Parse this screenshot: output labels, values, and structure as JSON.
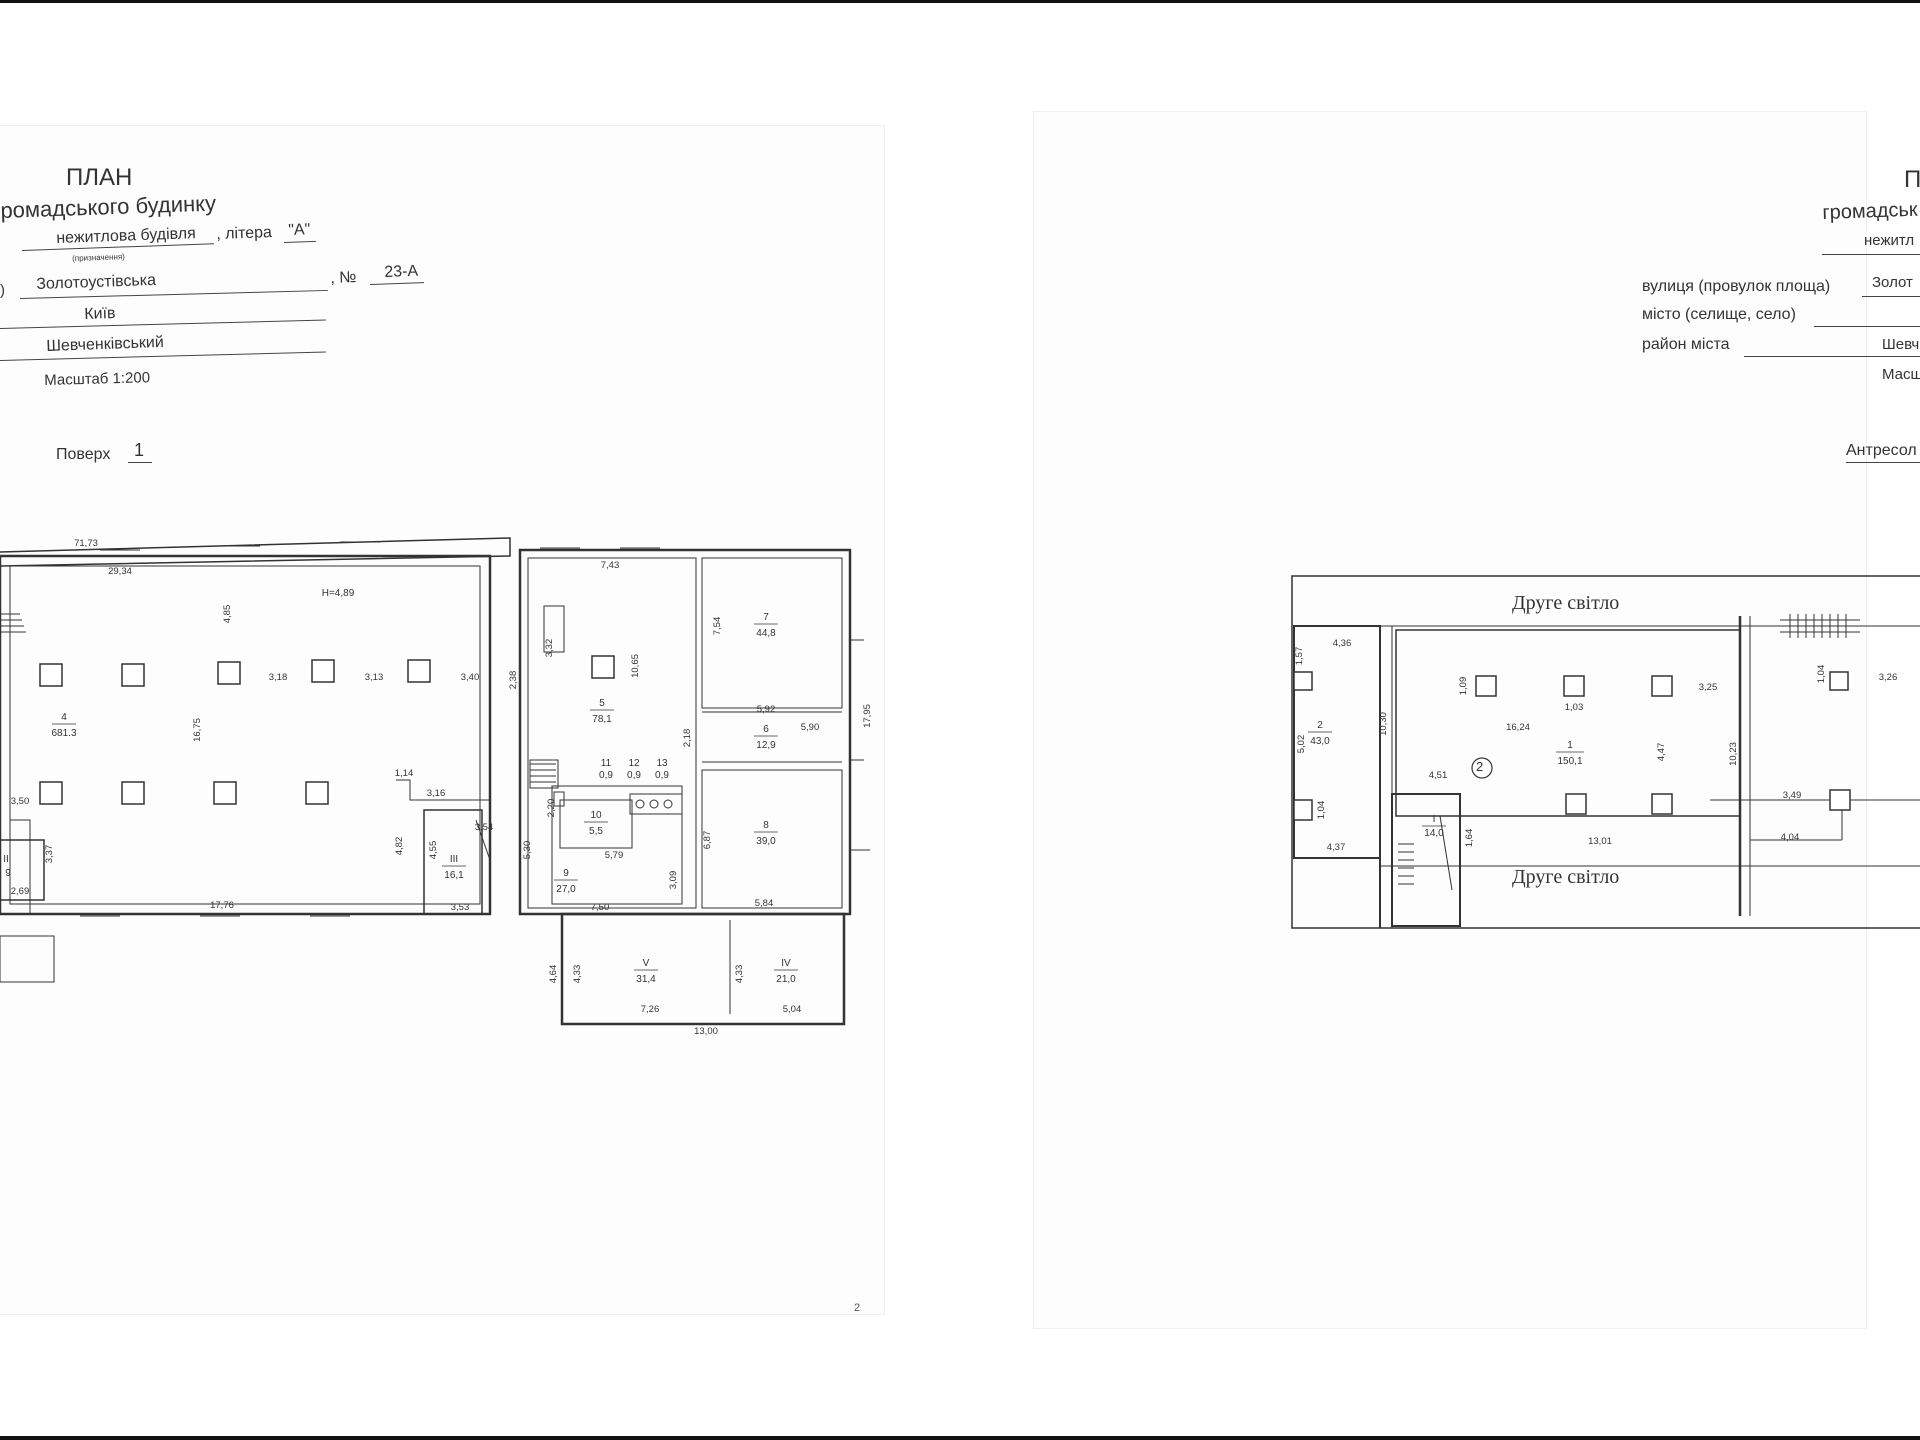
{
  "left_sheet": {
    "title": "ПЛАН",
    "subtitle": "ромадського будинку",
    "purpose_value": "нежитлова будівля",
    "purpose_caption": "(призначення)",
    "litera_label": ", літера",
    "litera_value": "\"А\"",
    "street_prefix": ")",
    "street_value": "Золотоустівська",
    "number_label": ", №",
    "number_value": "23-А",
    "city_value": "Київ",
    "district_value": "Шевченківський",
    "scale": "Масштаб 1:200",
    "floor_label": "Поверх",
    "floor_value": "1",
    "page_number": "2"
  },
  "right_sheet": {
    "title": "П",
    "subtitle": "громадськ",
    "purpose_value": "нежитл",
    "street_label": "вулиця (провулок площа)",
    "street_value": "Золот",
    "city_label": "місто (селище, село)",
    "district_label": "район міста",
    "district_value": "Шевч",
    "scale": "Масш",
    "level_label": "Антресол"
  },
  "floor1_plan": {
    "rooms": [
      {
        "no": "4",
        "area": "681.3"
      },
      {
        "no": "5",
        "area": "78,1"
      },
      {
        "no": "6",
        "area": "12,9"
      },
      {
        "no": "7",
        "area": "44,8"
      },
      {
        "no": "8",
        "area": "39,0"
      },
      {
        "no": "9",
        "area": "27,0"
      },
      {
        "no": "10",
        "area": "5,5"
      },
      {
        "no": "11",
        "area": "0,9"
      },
      {
        "no": "12",
        "area": "0,9"
      },
      {
        "no": "13",
        "area": "0,9"
      },
      {
        "no": "III",
        "area": "16,1"
      },
      {
        "no": "V",
        "area": "31,4"
      },
      {
        "no": "IV",
        "area": "21,0"
      },
      {
        "no": "II",
        "area": "9"
      }
    ],
    "height_note": "H=4,89",
    "dimensions": [
      "71,73",
      "29,34",
      "4,85",
      "3,18",
      "3,13",
      "3,40",
      "16,75",
      "1,14",
      "3,16",
      "3,50",
      "3,37",
      "2,69",
      "4,82",
      "17,76",
      "4,55",
      "3,54",
      "3,53",
      "7,43",
      "3,32",
      "10,65",
      "2,38",
      "2,20",
      "5,30",
      "5,79",
      "3,09",
      "7,50",
      "7,54",
      "5,92",
      "2,18",
      "5,90",
      "17,95",
      "6,87",
      "5,84",
      "4,64",
      "4,33",
      "7,26",
      "4,33",
      "5,04",
      "13,00"
    ]
  },
  "mezzanine_plan": {
    "second_light_top": "Друге світло",
    "second_light_bottom": "Друге світло",
    "circle_marker": "2",
    "rooms": [
      {
        "no": "1",
        "area": "150,1"
      },
      {
        "no": "2",
        "area": "43,0"
      },
      {
        "no": "I",
        "area": "14,0"
      }
    ],
    "dimensions": [
      "1,57",
      "4,36",
      "5,02",
      "1,04",
      "4,37",
      "10,30",
      "1,09",
      "1,03",
      "16,24",
      "3,25",
      "4,47",
      "10,23",
      "4,51",
      "1,64",
      "13,01",
      "1,04",
      "3,26",
      "3,49",
      "4,04"
    ]
  }
}
